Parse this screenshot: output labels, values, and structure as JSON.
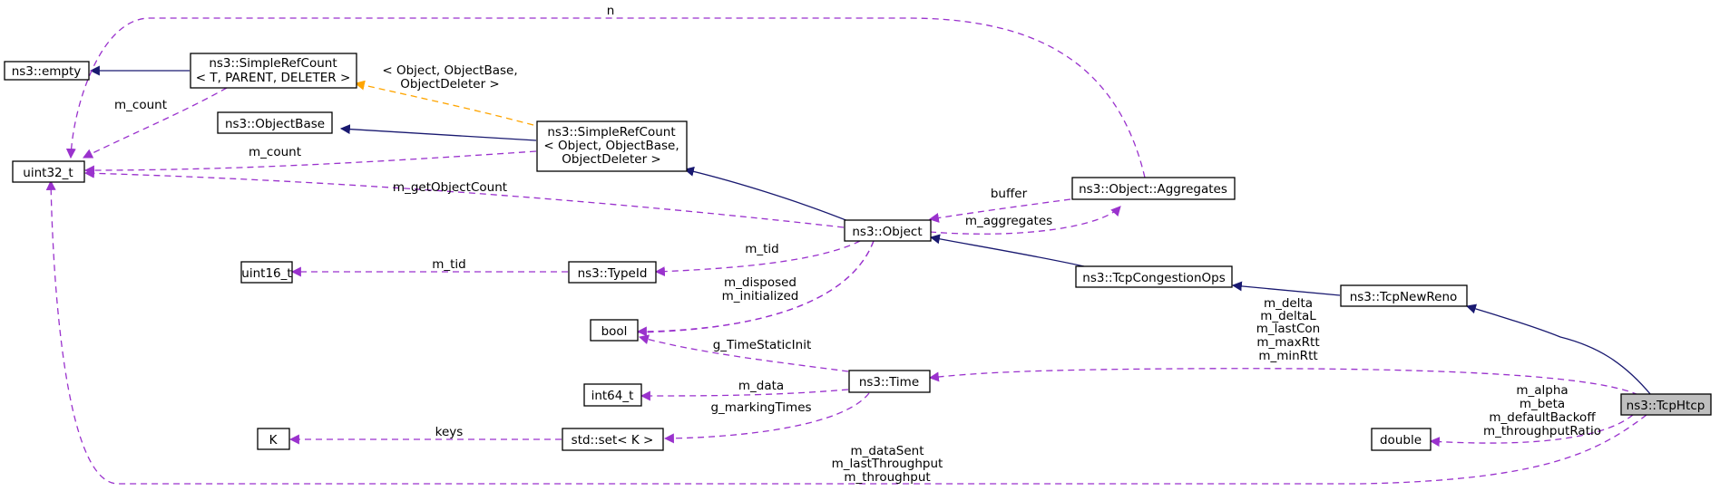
{
  "colors": {
    "inheritance": "#191970",
    "usage": "#9a32cd",
    "template": "#ffa500",
    "focus_node_fill": "#bfbfbf"
  },
  "nodes": {
    "empty": "ns3::empty",
    "simplerefcount_t_1": "ns3::SimpleRefCount",
    "simplerefcount_t_2": "< T, PARENT, DELETER >",
    "objectbase": "ns3::ObjectBase",
    "uint32": "uint32_t",
    "simplerefcount_obj_1": "ns3::SimpleRefCount",
    "simplerefcount_obj_2": "< Object, ObjectBase,",
    "simplerefcount_obj_3": "ObjectDeleter >",
    "aggregates": "ns3::Object::Aggregates",
    "object": "ns3::Object",
    "uint16": "uint16_t",
    "typeid": "ns3::TypeId",
    "tcpcongestionops": "ns3::TcpCongestionOps",
    "tcpnewreno": "ns3::TcpNewReno",
    "bool": "bool",
    "time": "ns3::Time",
    "int64": "int64_t",
    "tcphtcp": "ns3::TcpHtcp",
    "k": "K",
    "stdset": "std::set< K >",
    "double": "double"
  },
  "edge_labels": {
    "n": "n",
    "template_args_1": "< Object, ObjectBase,",
    "template_args_2": "ObjectDeleter >",
    "m_count_1": "m_count",
    "m_count_2": "m_count",
    "m_getObjectCount": "m_getObjectCount",
    "buffer": "buffer",
    "m_aggregates": "m_aggregates",
    "m_tid_typeid": "m_tid",
    "m_tid_uint16": "m_tid",
    "m_disposed": "m_disposed",
    "m_initialized": "m_initialized",
    "g_TimeStaticInit": "g_TimeStaticInit",
    "m_data": "m_data",
    "g_markingTimes": "g_markingTimes",
    "keys": "keys",
    "time_members": [
      "m_delta",
      "m_deltaL",
      "m_lastCon",
      "m_maxRtt",
      "m_minRtt"
    ],
    "double_members": [
      "m_alpha",
      "m_beta",
      "m_defaultBackoff",
      "m_throughputRatio"
    ],
    "uint32_members": [
      "m_dataSent",
      "m_lastThroughput",
      "m_throughput"
    ]
  }
}
